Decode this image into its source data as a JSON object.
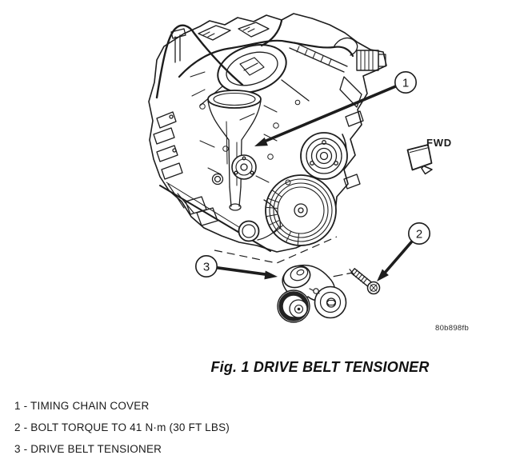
{
  "colors": {
    "ink": "#1a1a1a",
    "paper": "#ffffff"
  },
  "figure": {
    "caption": "Fig. 1 DRIVE BELT TENSIONER",
    "drawing_code": "80b898fb",
    "fwd_label": "FWD",
    "callouts": [
      {
        "number": "1"
      },
      {
        "number": "2"
      },
      {
        "number": "3"
      }
    ]
  },
  "legend": {
    "items": [
      {
        "text": "1 - TIMING CHAIN COVER"
      },
      {
        "text": "2 - BOLT TORQUE TO 41 N·m (30 FT LBS)"
      },
      {
        "text": "3 - DRIVE BELT TENSIONER"
      }
    ]
  }
}
